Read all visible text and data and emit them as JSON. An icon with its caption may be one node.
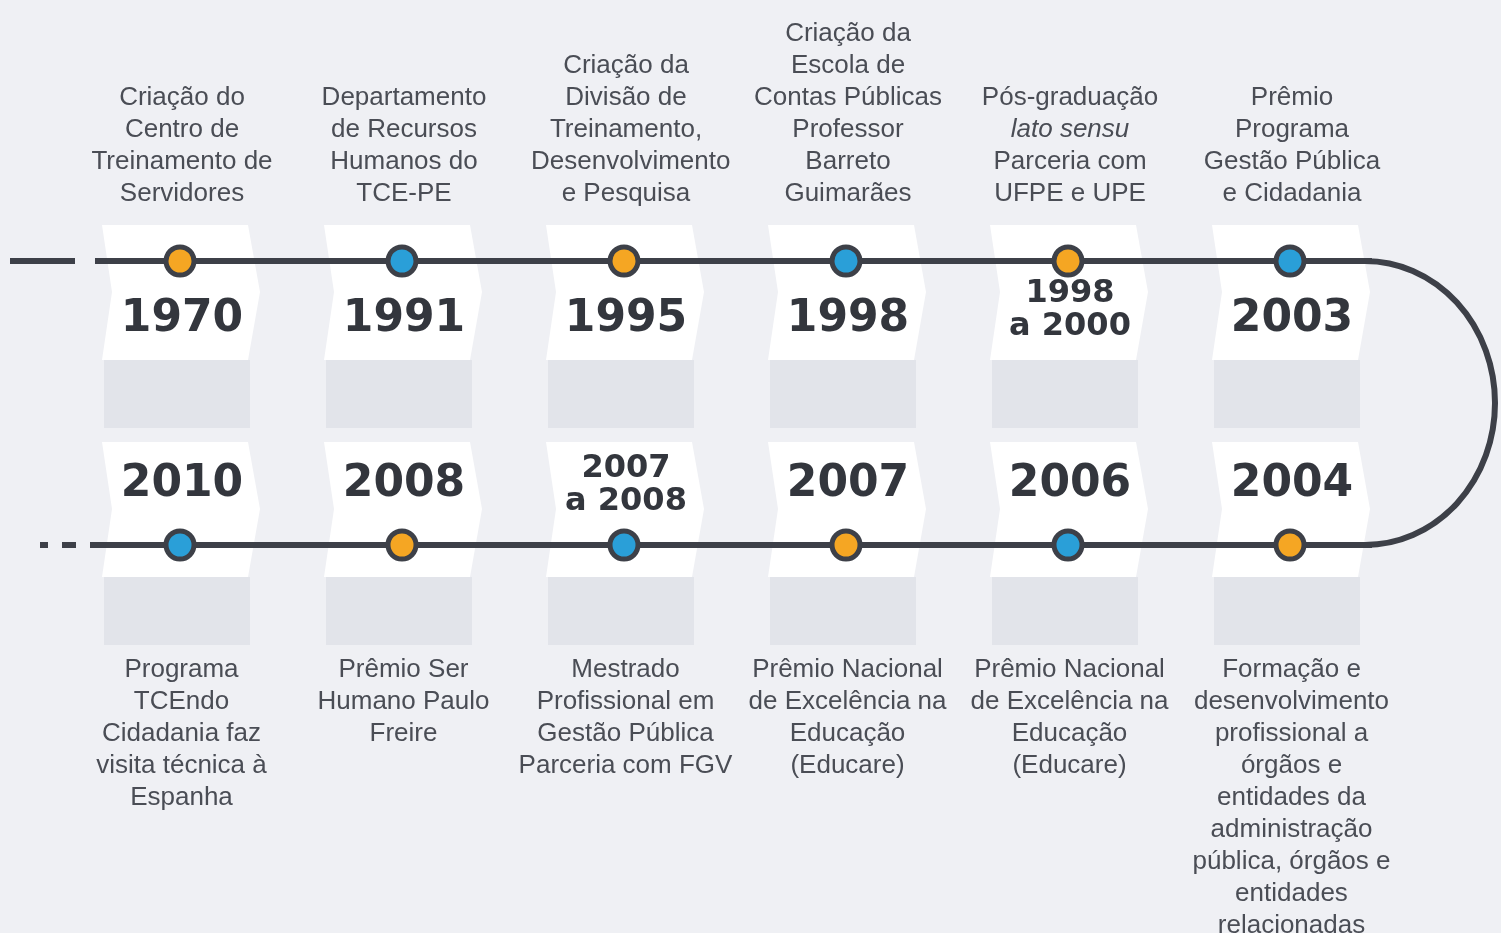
{
  "diagram": {
    "nodes": [
      {
        "text": [
          "1970"
        ],
        "beside": [
          "Criação do Centro de Treinamento de Servidores"
        ]
      },
      {
        "text": [
          "1991"
        ],
        "beside": [
          "Departamento de Recursos Humanos do TCE-PE"
        ]
      },
      {
        "text": [
          "1995"
        ],
        "beside": [
          "Criação da Divisão de Treinamento, Desenvolvimento e Pesquisa"
        ]
      },
      {
        "text": [
          "1998"
        ],
        "beside": [
          "Criação da Escola de Contas Públicas Professor Barreto Guimarães"
        ]
      },
      {
        "text": [
          "1998 a 2000"
        ],
        "beside": [
          "Pós-graduação *lato sensu* Parceria com UFPE e UPE"
        ]
      },
      {
        "text": [
          "2003"
        ],
        "beside": [
          "Prêmio Programa Gestão Pública e Cidadania"
        ]
      },
      {
        "text": [
          "2004"
        ],
        "beside": [
          "Formação e desenvolvimento profissional a órgãos e entidades da administração pública, órgãos e entidades relacionadas"
        ]
      },
      {
        "text": [
          "2006"
        ],
        "beside": [
          "Prêmio Nacional de Excelência na Educação (Educare)"
        ]
      },
      {
        "text": [
          "2007"
        ],
        "beside": [
          "Prêmio Nacional de Excelência na Educação (Educare)"
        ]
      },
      {
        "text": [
          "2007 a 2008"
        ],
        "beside": [
          "Mestrado Profissional em Gestão Pública Parceria com FGV"
        ]
      },
      {
        "text": [
          "2008"
        ],
        "beside": [
          "Prêmio Ser Humano Paulo Freire"
        ]
      },
      {
        "text": [
          "2010"
        ],
        "beside": [
          "Programa TCEndo Cidadania faz visita técnica à Espanha"
        ]
      }
    ],
    "edges": [
      {
        "from": null,
        "to": 0,
        "arrow": "none",
        "style": "dashed"
      },
      {
        "from": 0,
        "to": 1,
        "arrow": "none"
      },
      {
        "from": 1,
        "to": 2,
        "arrow": "none"
      },
      {
        "from": 2,
        "to": 3,
        "arrow": "none"
      },
      {
        "from": 3,
        "to": 4,
        "arrow": "none"
      },
      {
        "from": 4,
        "to": 5,
        "arrow": "none"
      },
      {
        "from": 5,
        "to": 6,
        "arrow": "none"
      },
      {
        "from": 6,
        "to": 7,
        "arrow": "none"
      },
      {
        "from": 7,
        "to": 8,
        "arrow": "none"
      },
      {
        "from": 8,
        "to": 9,
        "arrow": "none"
      },
      {
        "from": 9,
        "to": 10,
        "arrow": "none"
      },
      {
        "from": 10,
        "to": 11,
        "arrow": "none"
      },
      {
        "from": 11,
        "to": null,
        "arrow": "none",
        "style": "dashed"
      }
    ]
  }
}
